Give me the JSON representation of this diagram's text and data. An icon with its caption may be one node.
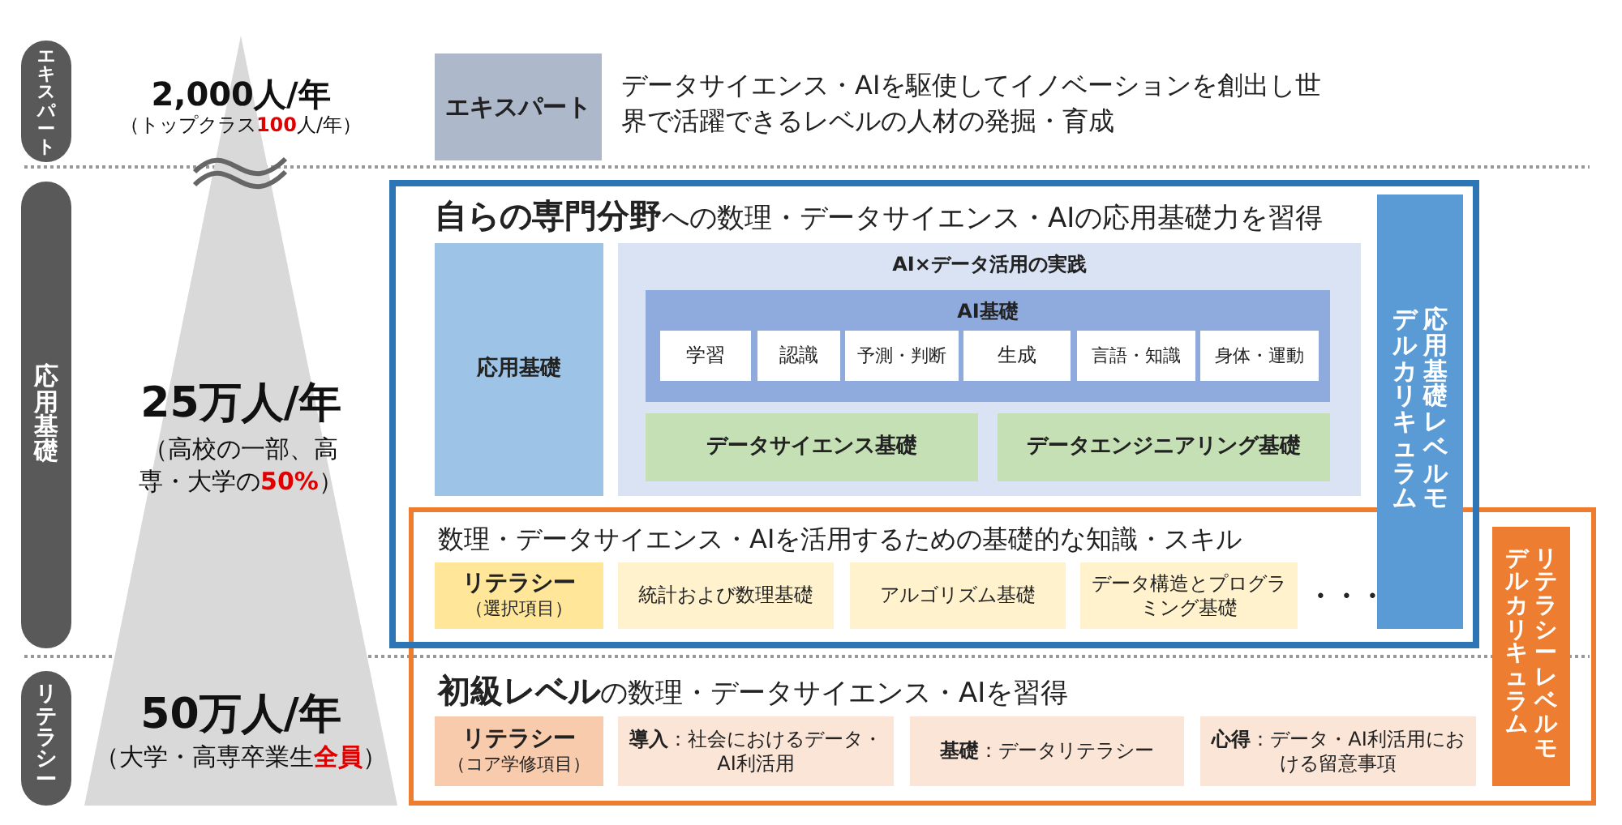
{
  "diagram": {
    "nodes": [
      {
        "text": [
          "エキスパート"
        ]
      },
      {
        "text": [
          "応用基礎"
        ]
      },
      {
        "text": [
          "リテラシー"
        ]
      },
      {
        "text": [
          "エキスパート"
        ],
        "beside": [
          "データサイエンス・AIを駆使してイノベーションを創出し世界で活躍できるレベルの人材の発掘・育成"
        ]
      },
      {
        "text": [
          "2,000人/年",
          "（トップクラス**100**人/年）",
          "25万人/年",
          "（高校の一部、高専・大学の**50%**）",
          "50万人/年",
          "（大学・高専卒業生**全員**）"
        ]
      },
      {
        "text": [
          "**自らの専門分野**への数理・データサイエンス・AIの応用基礎力を習得"
        ]
      },
      {
        "text": [
          "応用基礎"
        ],
        "in": 5
      },
      {
        "text": [
          "AI×データ活用の実践"
        ],
        "in": 5
      },
      {
        "text": [
          "AI基礎"
        ],
        "in": 7
      },
      {
        "text": [
          "学習"
        ],
        "in": 8
      },
      {
        "text": [
          "認識"
        ],
        "in": 8
      },
      {
        "text": [
          "予測・判断"
        ],
        "in": 8
      },
      {
        "text": [
          "生成"
        ],
        "in": 8
      },
      {
        "text": [
          "言語・知識"
        ],
        "in": 8
      },
      {
        "text": [
          "身体・運動"
        ],
        "in": 8
      },
      {
        "text": [
          "データサイエンス基礎"
        ],
        "in": 7
      },
      {
        "text": [
          "データエンジニアリング基礎"
        ],
        "in": 7
      },
      {
        "text": [
          "応用基礎レベルモデルカリキュラム"
        ],
        "in": 5
      },
      {
        "text": [
          "**初級レベル**の数理・データサイエンス・AIを習得"
        ]
      },
      {
        "text": [
          "リテラシー",
          "（選択項目）"
        ]
      },
      {
        "text": [
          "統計および数理基礎"
        ]
      },
      {
        "text": [
          "アルゴリズム基礎"
        ]
      },
      {
        "text": [
          "データ構造とプログラミング基礎"
        ]
      },
      {
        "text": [
          "リテラシー",
          "（コア学修項目）"
        ],
        "in": 18
      },
      {
        "text": [
          "**導入**：社会におけるデータ・AI利活用"
        ],
        "in": 18
      },
      {
        "text": [
          "**基礎**：データリテラシー"
        ],
        "in": 18
      },
      {
        "text": [
          "**心得**：データ・AI利活用における留意事項"
        ],
        "in": 18
      },
      {
        "text": [
          "リテラシーレベルモデルカリキュラム"
        ],
        "in": 18
      }
    ],
    "labels": [
      "数理・データサイエンス・AIを活用するための基礎的な知識・スキル",
      "・・・"
    ]
  }
}
